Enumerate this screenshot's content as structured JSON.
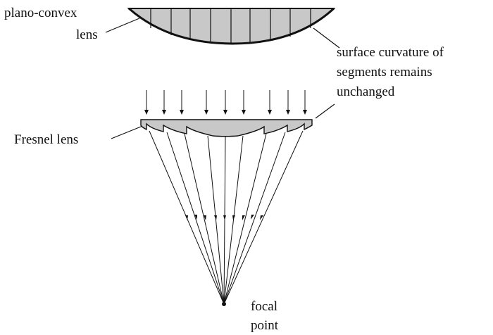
{
  "labels": {
    "plano_convex_line1": "plano-convex",
    "plano_convex_line2": "lens",
    "curvature_line1": "surface curvature  of",
    "curvature_line2": "segments remains",
    "curvature_line3": "unchanged",
    "fresnel": "Fresnel lens",
    "focal_line1": "focal",
    "focal_line2": "point"
  },
  "colors": {
    "lens_fill": "#c8c8c8",
    "stroke": "#111111",
    "background": "#ffffff"
  }
}
